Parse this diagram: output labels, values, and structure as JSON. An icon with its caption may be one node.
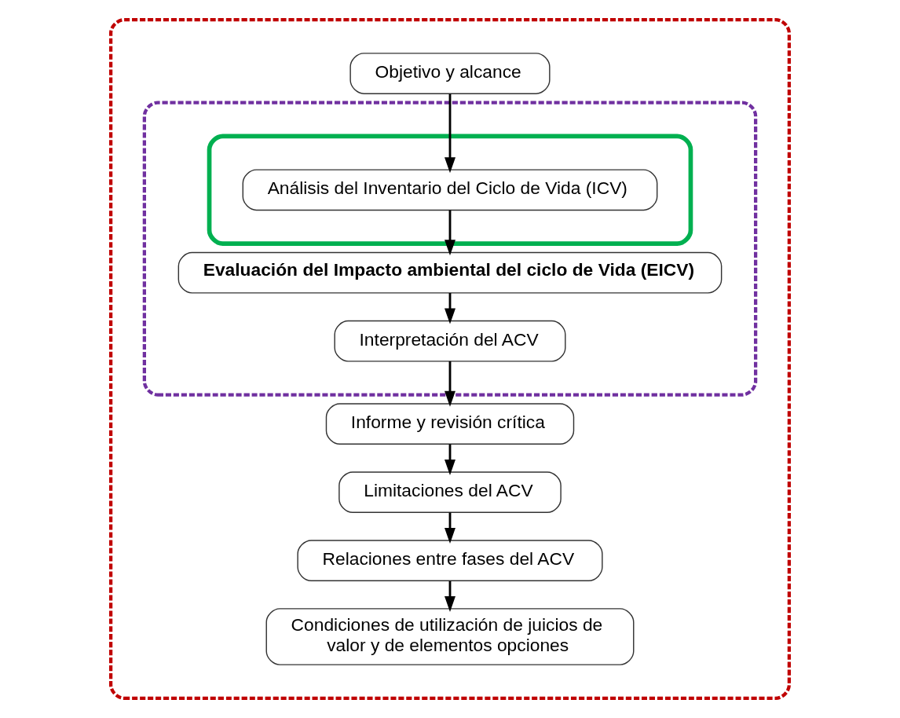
{
  "diagram": {
    "nodes": [
      {
        "text": [],
        "shape": "box"
      },
      {
        "text": [
          "Objetivo y alcance"
        ],
        "in": 0
      },
      {
        "text": [],
        "shape": "box",
        "in": 0
      },
      {
        "text": [],
        "shape": "box",
        "in": 2
      },
      {
        "text": [
          "Análisis del Inventario del Ciclo de Vida (ICV)"
        ],
        "in": 3
      },
      {
        "text": [
          "Evaluación del Impacto ambiental del ciclo de Vida (EICV)"
        ],
        "in": 2
      },
      {
        "text": [
          "Interpretación del ACV"
        ],
        "in": 2
      },
      {
        "text": [
          "Informe y revisión crítica"
        ],
        "in": 0
      },
      {
        "text": [
          "Limitaciones del ACV"
        ],
        "in": 0
      },
      {
        "text": [
          "Relaciones entre fases del ACV"
        ],
        "in": 0
      },
      {
        "text": [
          "Condiciones de utilización de juicios de valor y de elementos opciones"
        ],
        "in": 0
      }
    ],
    "edges": [
      {
        "from": 1,
        "to": 4,
        "arrow": "to"
      },
      {
        "from": 4,
        "to": 5,
        "arrow": "to"
      },
      {
        "from": 5,
        "to": 6,
        "arrow": "to"
      },
      {
        "from": 6,
        "to": 7,
        "arrow": "to"
      },
      {
        "from": 7,
        "to": 8,
        "arrow": "to"
      },
      {
        "from": 8,
        "to": 9,
        "arrow": "to"
      },
      {
        "from": 9,
        "to": 10,
        "arrow": "to"
      }
    ]
  }
}
